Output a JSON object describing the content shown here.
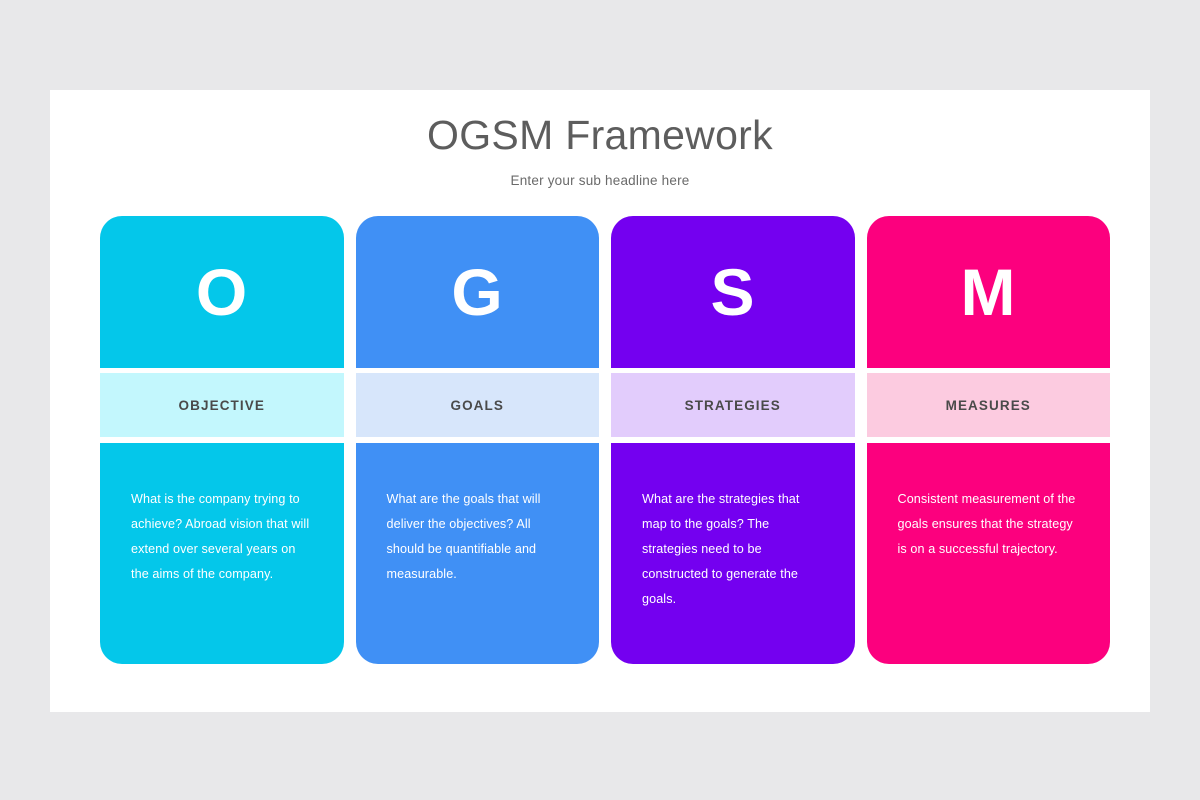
{
  "slide": {
    "title": "OGSM Framework",
    "subtitle": "Enter your sub headline here",
    "background_color": "#e8e8ea",
    "slide_color": "#ffffff",
    "title_color": "#5d5d5d"
  },
  "columns": [
    {
      "letter": "O",
      "label": "OBJECTIVE",
      "body": "What is the company trying to achieve? Abroad vision that will extend over several years on the aims of the company.",
      "accent_color": "#04c7ea",
      "pale_color": "#c3f7fd"
    },
    {
      "letter": "G",
      "label": "GOALS",
      "body": "What are the goals that will deliver the objectives? All should be quantifiable and measurable.",
      "accent_color": "#4090f5",
      "pale_color": "#d7e6fb"
    },
    {
      "letter": "S",
      "label": "STRATEGIES",
      "body": "What are the strategies that map to the goals? The strategies need to be constructed to generate the goals.",
      "accent_color": "#7400f0",
      "pale_color": "#e2ccfc"
    },
    {
      "letter": "M",
      "label": "MEASURES",
      "body": "Consistent measurement of the goals ensures that the strategy is on a successful trajectory.",
      "accent_color": "#fc007e",
      "pale_color": "#fccbe0"
    }
  ]
}
